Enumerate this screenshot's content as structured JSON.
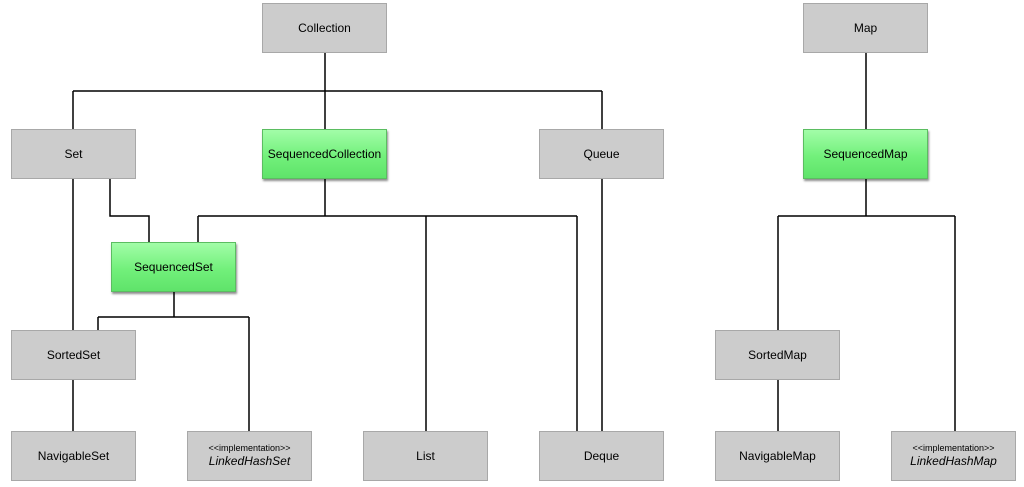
{
  "colors": {
    "interface_fill": "#cccccc",
    "sequenced_fill": "#72f07b",
    "edge": "#000000"
  },
  "nodes": {
    "collection": "Collection",
    "map": "Map",
    "set": "Set",
    "sequenced_collection": "SequencedCollection",
    "queue": "Queue",
    "sequenced_map": "SequencedMap",
    "sequenced_set": "SequencedSet",
    "sorted_set": "SortedSet",
    "sorted_map": "SortedMap",
    "navigable_set": "NavigableSet",
    "linked_hash_set": {
      "stereotype": "<<implementation>>",
      "name": "LinkedHashSet"
    },
    "list": "List",
    "deque": "Deque",
    "navigable_map": "NavigableMap",
    "linked_hash_map": {
      "stereotype": "<<implementation>>",
      "name": "LinkedHashMap"
    }
  }
}
